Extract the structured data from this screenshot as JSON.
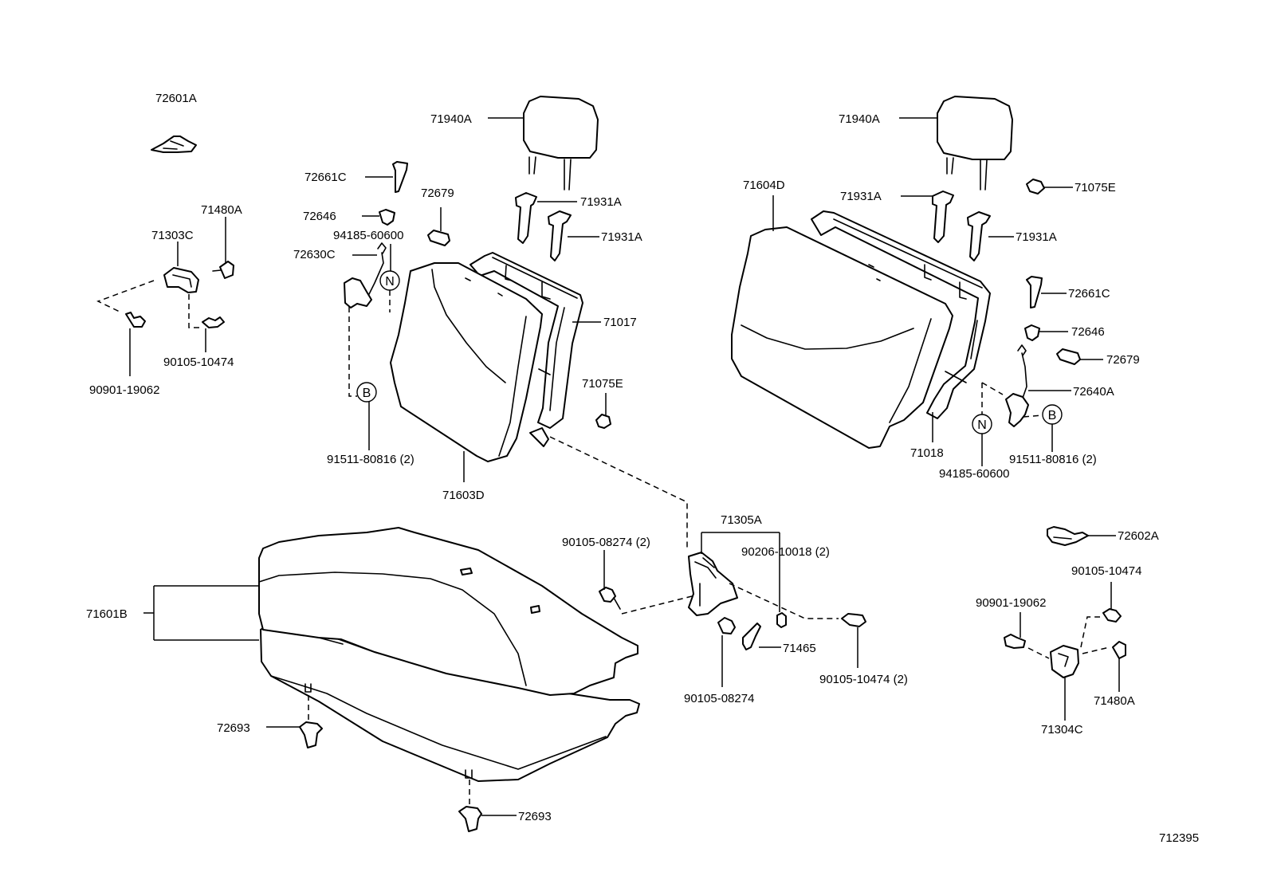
{
  "diagram": {
    "drawing_number": "712395",
    "part_labels": {
      "p72601A": "72601A",
      "p71303C": "71303C",
      "p71480A_l": "71480A",
      "p90105_10474_l": "90105-10474",
      "p90901_19062_l": "90901-19062",
      "p72661C_l": "72661C",
      "p72646_l": "72646",
      "p94185_l": "94185-60600",
      "p72630C": "72630C",
      "p72679_l": "72679",
      "p71940A_l": "71940A",
      "p71931A_l1": "71931A",
      "p71931A_l2": "71931A",
      "p71017": "71017",
      "p71075E_l": "71075E",
      "p91511_l": "91511-80816 (2)",
      "p71603D": "71603D",
      "p71940A_r": "71940A",
      "p71604D": "71604D",
      "p71931A_r1": "71931A",
      "p71931A_r2": "71931A",
      "p71075E_r": "71075E",
      "p72661C_r": "72661C",
      "p72646_r": "72646",
      "p72679_r": "72679",
      "p72640A": "72640A",
      "p71018": "71018",
      "p91511_r": "91511-80816 (2)",
      "p94185_r": "94185-60600",
      "p71305A": "71305A",
      "p90105_08274_2": "90105-08274 (2)",
      "p90206": "90206-10018 (2)",
      "p71465": "71465",
      "p90105_08274": "90105-08274",
      "p90105_10474_2": "90105-10474 (2)",
      "p71601B": "71601B",
      "p72693_a": "72693",
      "p72693_b": "72693",
      "p72602A": "72602A",
      "p90105_10474_r": "90105-10474",
      "p90901_19062_r": "90901-19062",
      "p71304C": "71304C",
      "p71480A_r": "71480A"
    },
    "callout_markers": {
      "n_left": "N",
      "b_left": "B",
      "n_right": "N",
      "b_right": "B"
    }
  }
}
